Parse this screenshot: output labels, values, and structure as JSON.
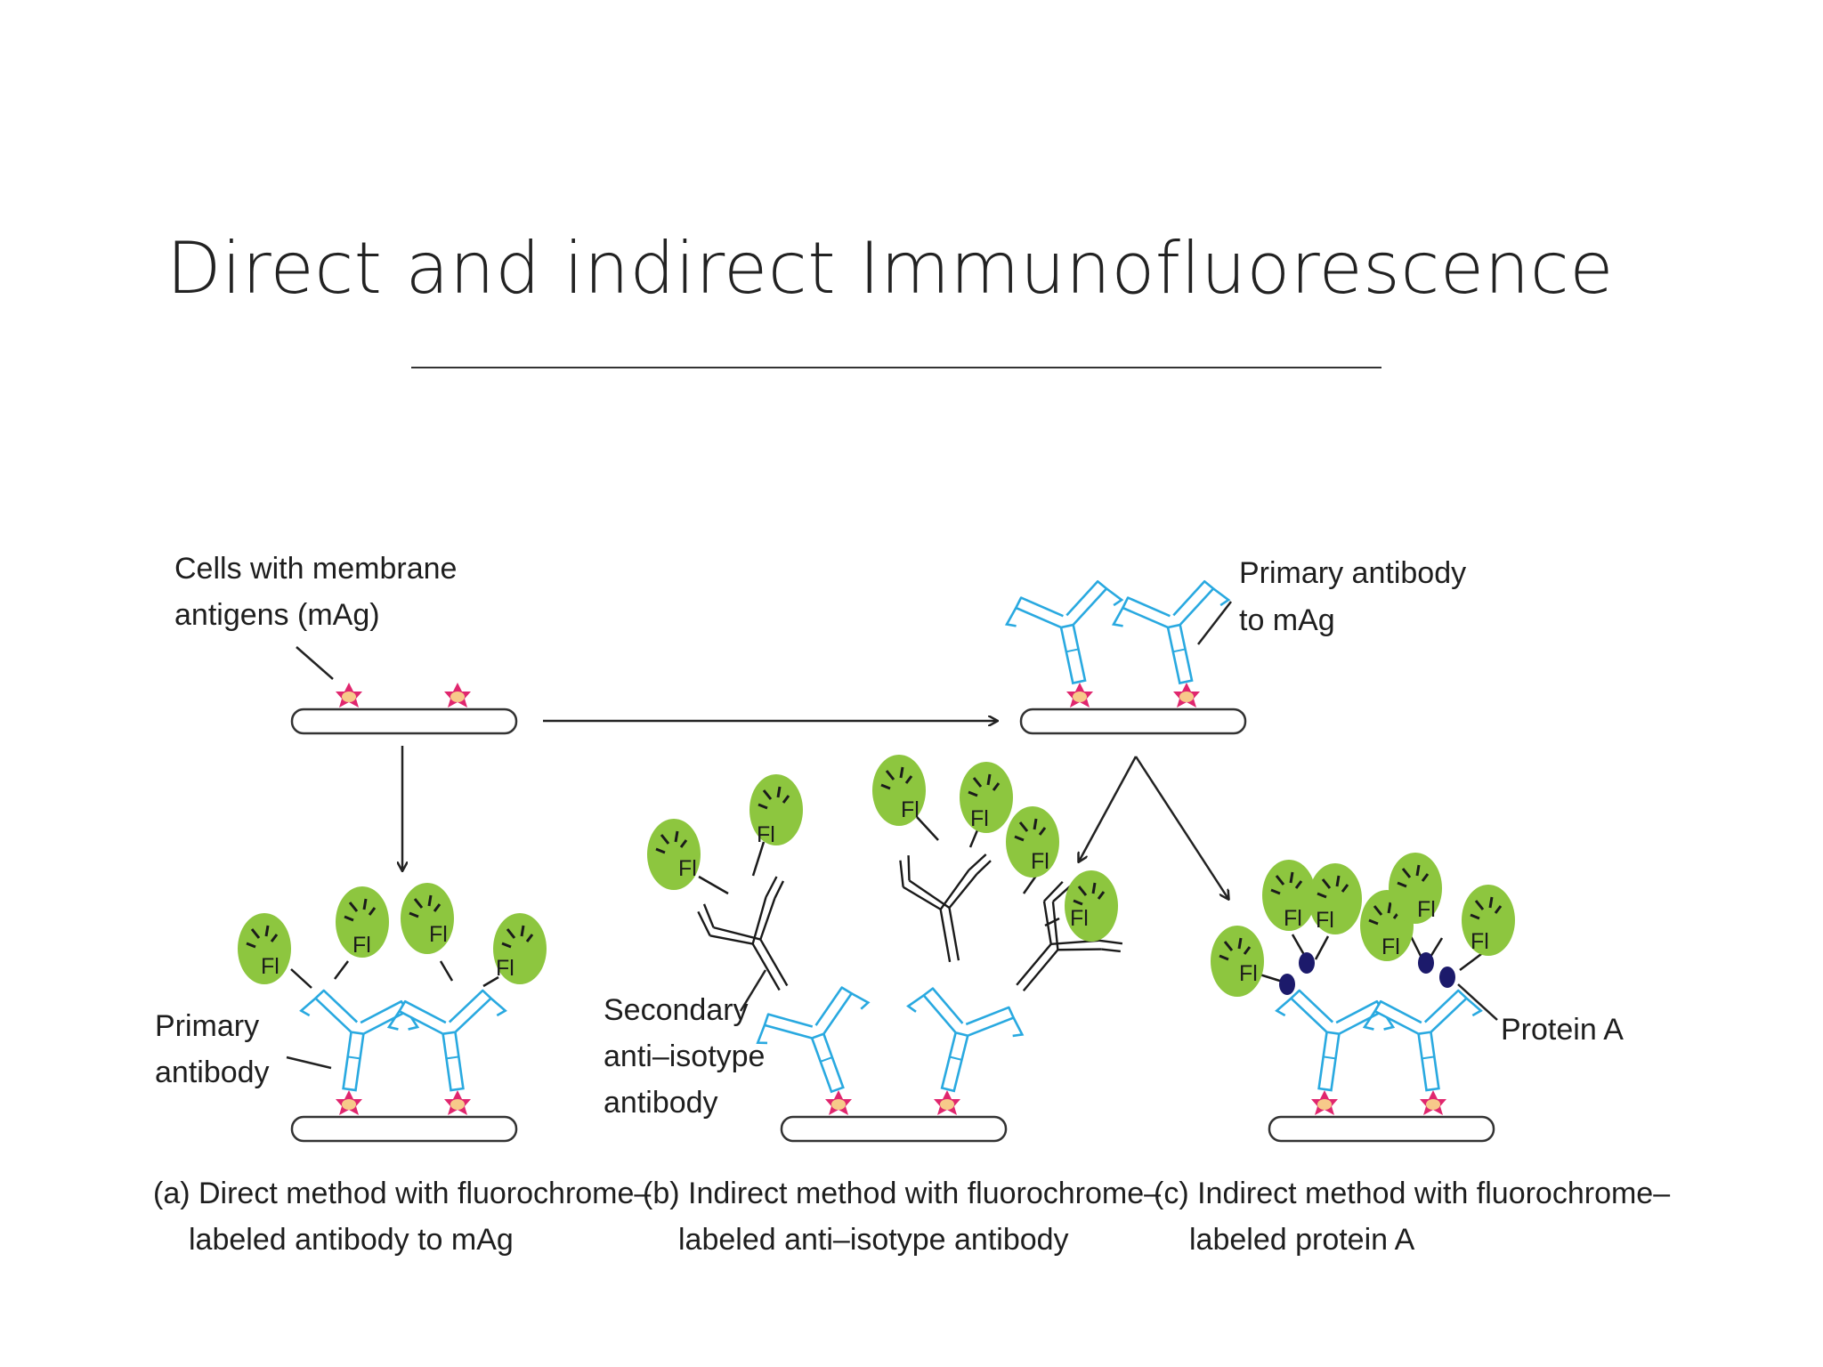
{
  "slide": {
    "title": "Direct and indirect Immunofluorescence"
  },
  "labels": {
    "cells_with_antigens": [
      "Cells with membrane",
      "antigens (mAg)"
    ],
    "primary_antibody_to_mag": [
      "Primary antibody",
      "to mAg"
    ],
    "primary_antibody": [
      "Primary",
      "antibody"
    ],
    "secondary_antibody": [
      "Secondary",
      "anti–isotype",
      "antibody"
    ],
    "protein_a": "Protein A",
    "fluorochrome": "Fl"
  },
  "captions": {
    "a": [
      "(a) Direct method with fluorochrome–",
      "labeled antibody to mAg"
    ],
    "b": [
      "(b) Indirect method with fluorochrome–",
      "labeled anti–isotype antibody"
    ],
    "c": [
      "(c) Indirect method with fluorochrome–",
      "labeled protein A"
    ]
  },
  "colors": {
    "fluorochrome": "#8dc63f",
    "primary_antibody": "#29a9e0",
    "secondary_antibody": "#1a1a1a",
    "antigen_star": "#e0266e",
    "antigen_core": "#f7c98a",
    "protein_a": "#1c1a6b"
  }
}
